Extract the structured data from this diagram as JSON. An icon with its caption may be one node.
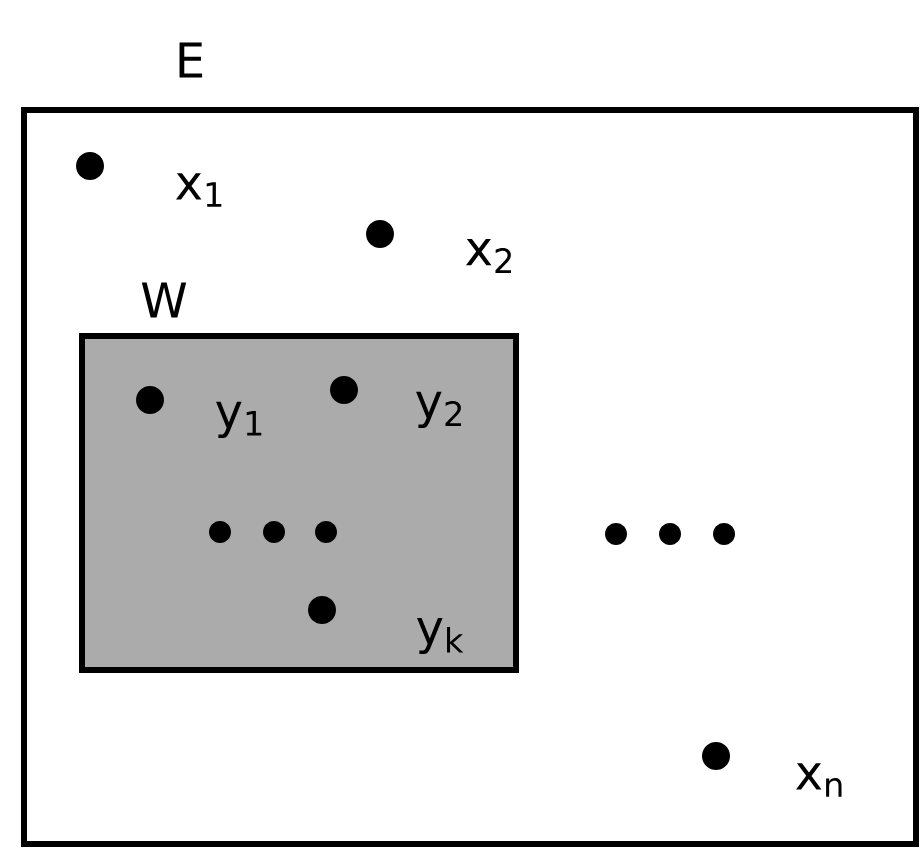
{
  "diagram": {
    "nodes": [
      {
        "text": [
          "E"
        ]
      },
      {
        "text": [
          "W"
        ],
        "in": 0
      }
    ],
    "labels": [
      "x$_{1}$",
      "x$_{2}$",
      "y$_{1}$",
      "y$_{2}$",
      "y$_{k}$",
      "x$_{n}$"
    ]
  }
}
